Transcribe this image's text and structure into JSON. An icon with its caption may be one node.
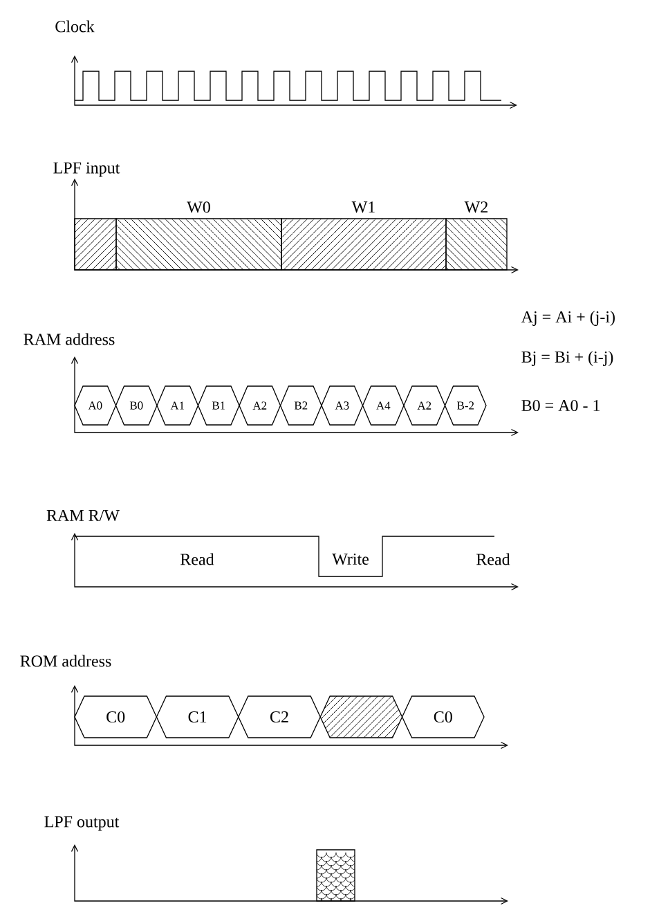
{
  "diagram": {
    "nodes": [
      {
        "text": [],
        "shape": "band"
      },
      {
        "text": [
          "W0"
        ]
      },
      {
        "text": [
          "W1"
        ]
      },
      {
        "text": [
          "W2"
        ]
      },
      {
        "text": [
          "A0"
        ]
      },
      {
        "text": [
          "B0"
        ]
      },
      {
        "text": [
          "A1"
        ]
      },
      {
        "text": [
          "B1"
        ]
      },
      {
        "text": [
          "A2"
        ]
      },
      {
        "text": [
          "B2"
        ]
      },
      {
        "text": [
          "A3"
        ]
      },
      {
        "text": [
          "A4"
        ]
      },
      {
        "text": [
          "A2"
        ]
      },
      {
        "text": [
          "B-2"
        ]
      },
      {
        "text": [
          "C0"
        ]
      },
      {
        "text": [
          "C1"
        ]
      },
      {
        "text": [
          "C2"
        ]
      },
      {
        "text": [],
        "shape": "hexagon"
      },
      {
        "text": [
          "C0"
        ]
      },
      {
        "text": [],
        "shape": "box"
      }
    ],
    "labels": [
      "Clock",
      "LPF input",
      "Aj = Ai + (j-i)",
      "RAM address",
      "Bj = Bi + (i-j)",
      "B0 = A0 - 1",
      "RAM R/W",
      "Read",
      "Write",
      "Read",
      "ROM address",
      "LPF output"
    ]
  }
}
